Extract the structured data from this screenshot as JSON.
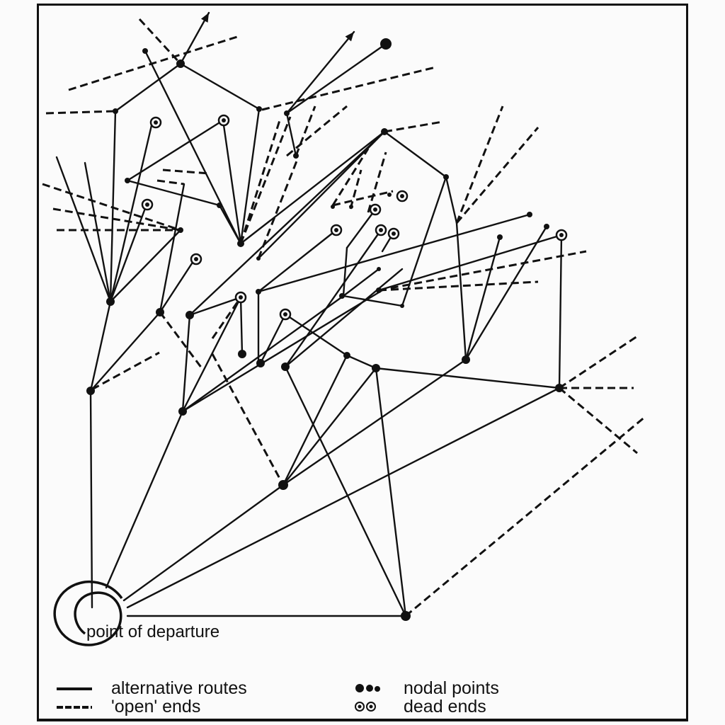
{
  "diagram": {
    "origin_label": "point of departure",
    "legend": {
      "alternative_routes": "alternative routes",
      "open_ends": "'open' ends",
      "nodal_points": "nodal points",
      "dead_ends": "dead ends"
    },
    "colors": {
      "ink": "#111111",
      "paper": "#fbfbfb"
    }
  }
}
